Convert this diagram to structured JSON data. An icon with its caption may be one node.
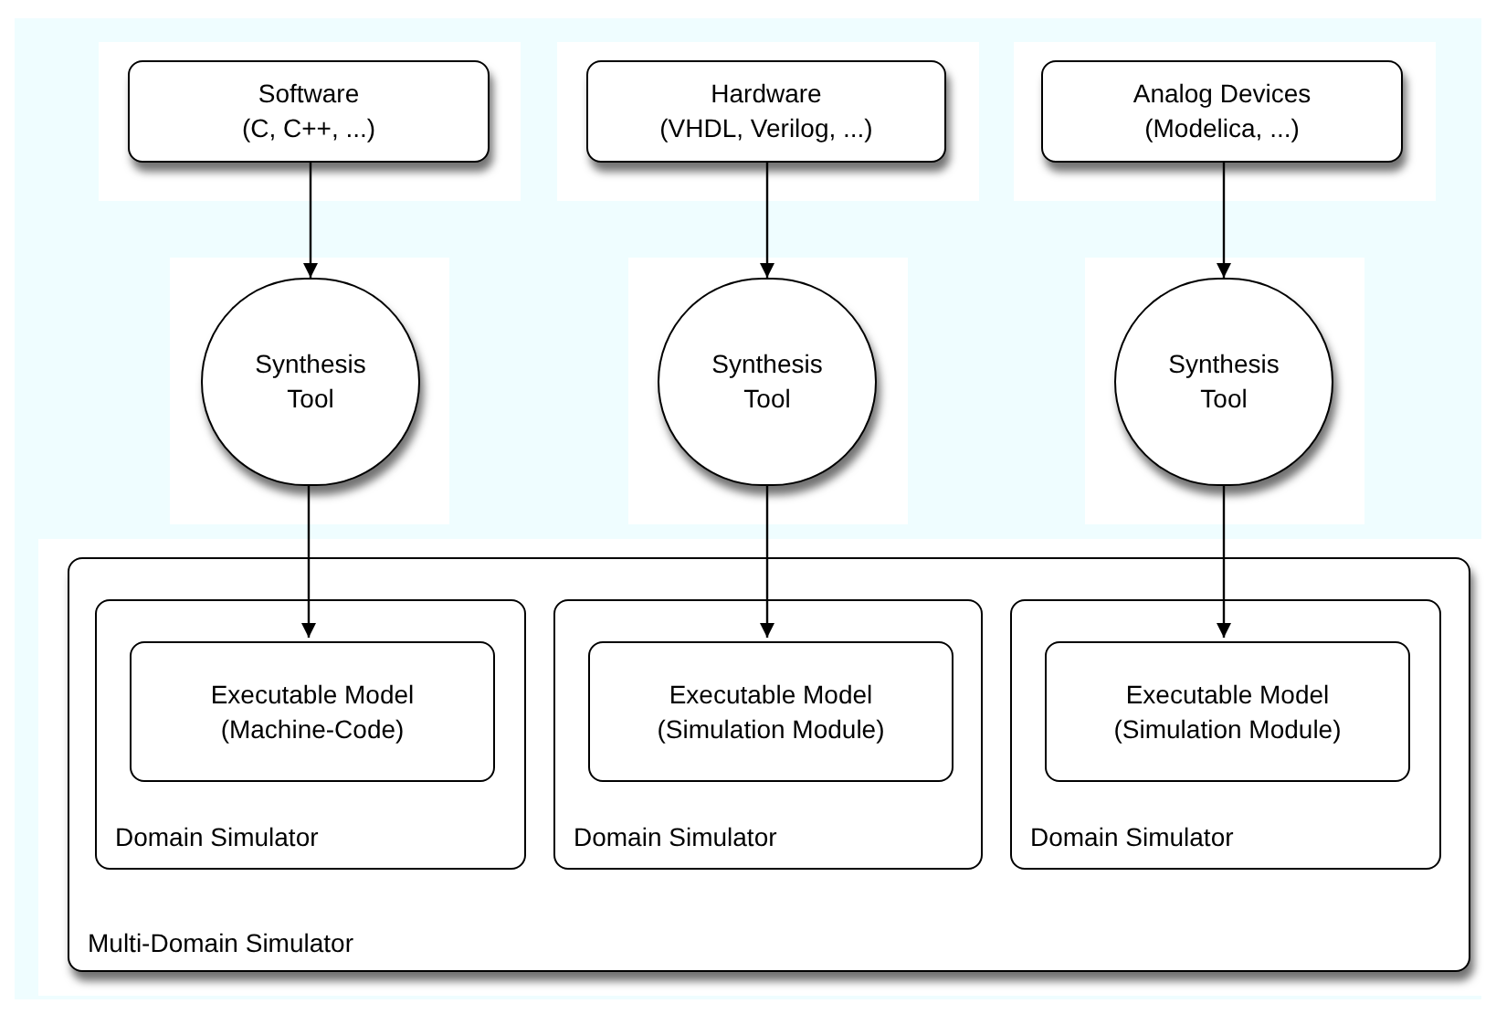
{
  "diagram": {
    "nodes": [
      {
        "text": [
          "Software",
          "(C, C++, ...)"
        ]
      },
      {
        "text": [
          "Hardware",
          "(VHDL, Verilog, ...)"
        ]
      },
      {
        "text": [
          "Analog Devices",
          "(Modelica, ...)"
        ]
      },
      {
        "text": [
          "Synthesis Tool"
        ]
      },
      {
        "text": [
          "Synthesis Tool"
        ]
      },
      {
        "text": [
          "Synthesis Tool"
        ]
      },
      {
        "text": [
          "Multi-Domain Simulator"
        ]
      },
      {
        "text": [
          "Domain Simulator"
        ],
        "in": 6
      },
      {
        "text": [
          "Domain Simulator"
        ],
        "in": 6
      },
      {
        "text": [
          "Domain Simulator"
        ],
        "in": 6
      },
      {
        "text": [
          "Executable Model",
          "(Machine-Code)"
        ],
        "in": 7
      },
      {
        "text": [
          "Executable Model",
          "(Simulation Module)"
        ],
        "in": 8
      },
      {
        "text": [
          "Executable Model",
          "(Simulation Module)"
        ],
        "in": 9
      }
    ],
    "edges": [
      {
        "from": 0,
        "to": 3,
        "arrow": "to"
      },
      {
        "from": 1,
        "to": 4,
        "arrow": "to"
      },
      {
        "from": 2,
        "to": 5,
        "arrow": "to"
      },
      {
        "from": 3,
        "to": 10,
        "arrow": "to"
      },
      {
        "from": 4,
        "to": 11,
        "arrow": "to"
      },
      {
        "from": 5,
        "to": 12,
        "arrow": "to"
      }
    ]
  }
}
